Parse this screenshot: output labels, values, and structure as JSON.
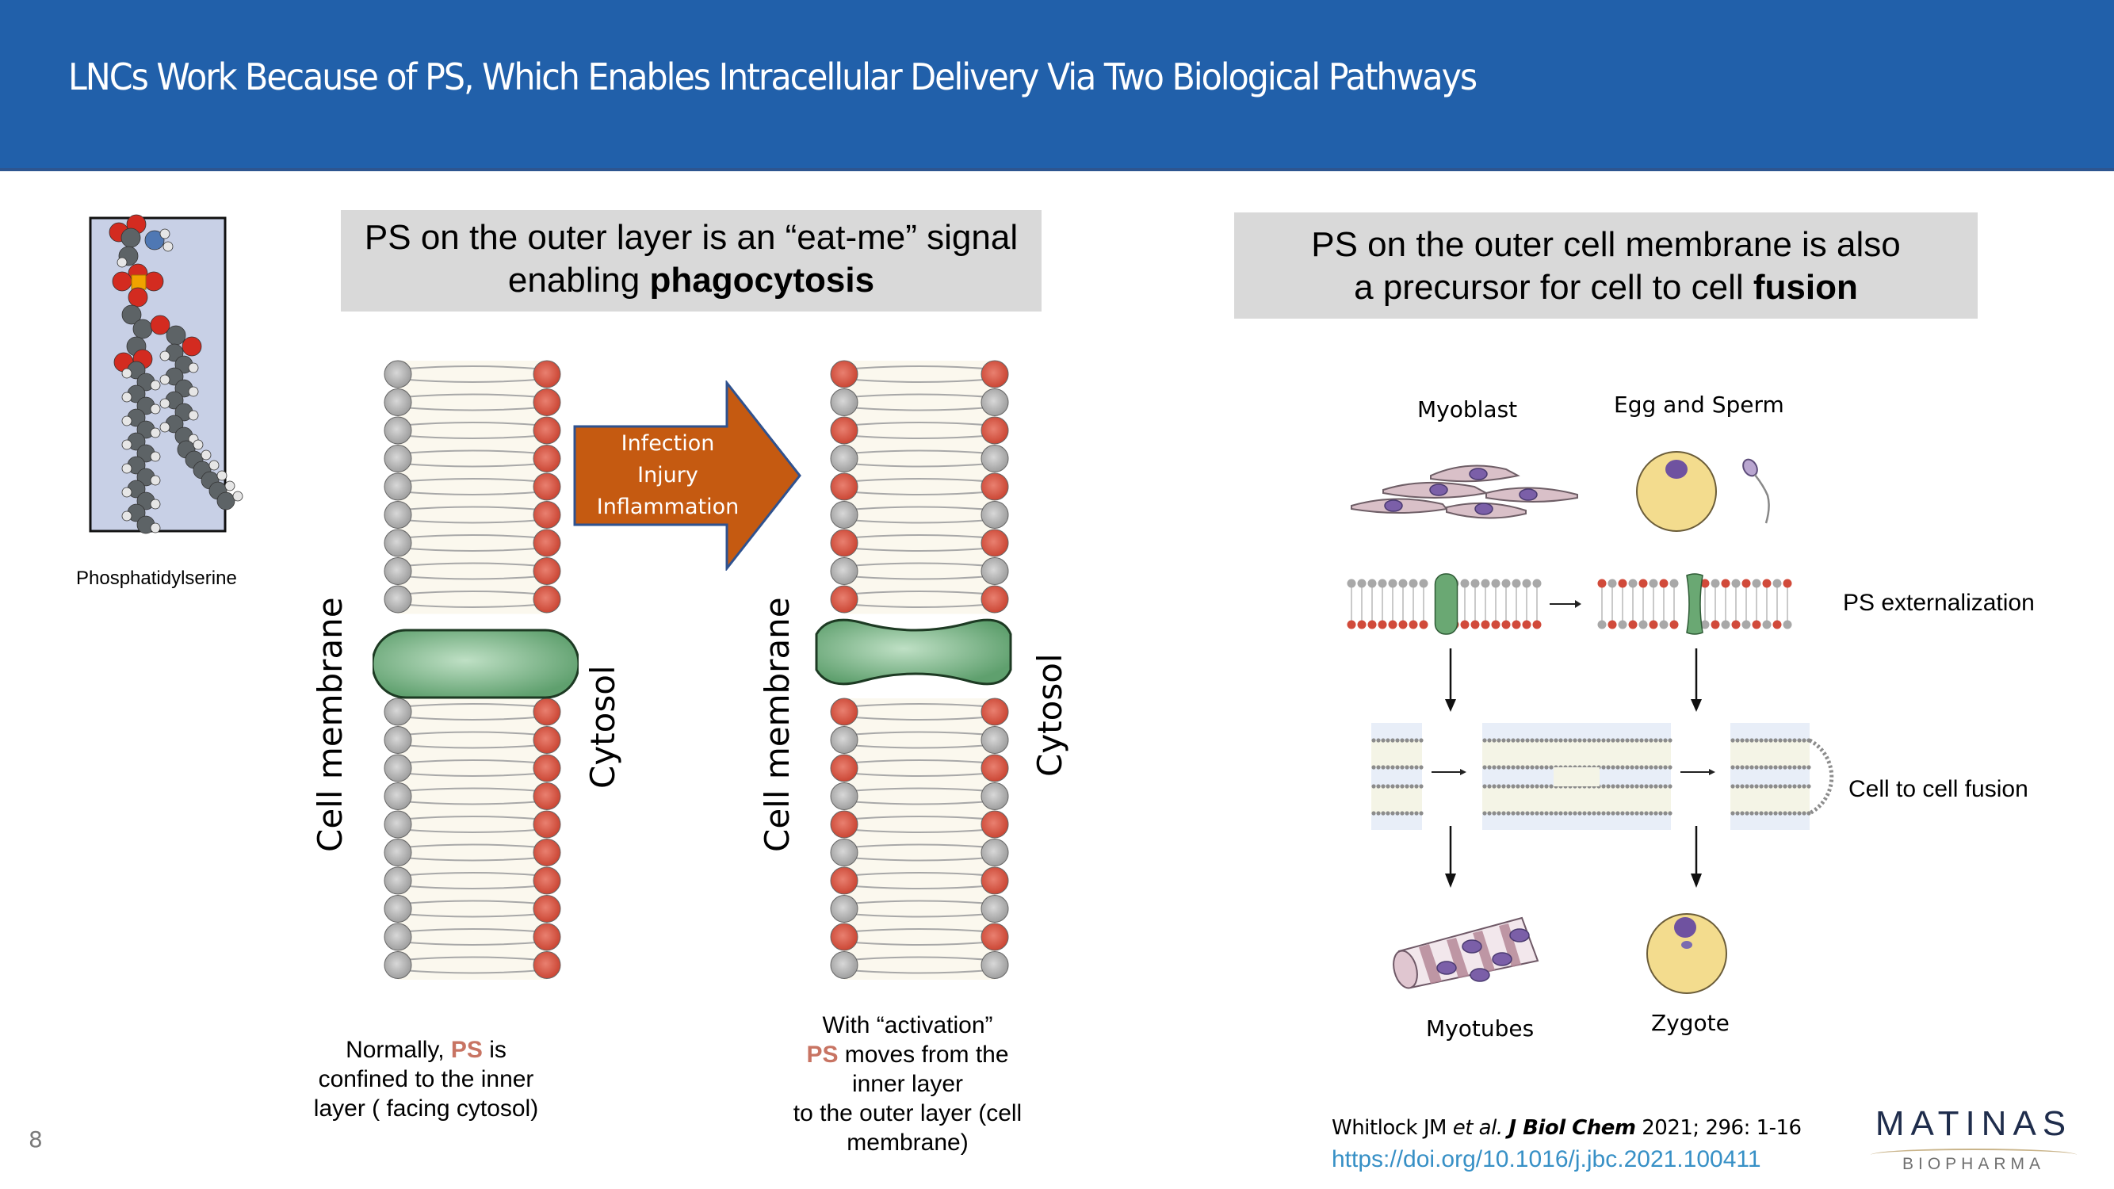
{
  "slide": {
    "title": "LNCs Work Because of PS,  Which Enables Intracellular Delivery Via Two Biological Pathways",
    "page_number": "8"
  },
  "molecule": {
    "label": "Phosphatidylserine"
  },
  "phagocytosis": {
    "callout_line1": "PS on the outer layer is an “eat-me” signal",
    "callout_line2_prefix": "enabling ",
    "callout_line2_bold": "phagocytosis",
    "arrow_lines": [
      "Infection",
      "Injury",
      "Inflammation"
    ],
    "left_membrane": {
      "outer_label": "Cell membrane",
      "inner_label": "Cytosol",
      "caption_prefix": "Normally, ",
      "caption_ps": "PS",
      "caption_suffix_1": " is",
      "caption_line2": "confined to the inner",
      "caption_line3": "layer ( facing cytosol)"
    },
    "right_membrane": {
      "outer_label": "Cell membrane",
      "inner_label": "Cytosol",
      "caption_line1": "With “activation”",
      "caption_ps": "PS",
      "caption_line2_suffix": " moves from the",
      "caption_line3": "inner layer",
      "caption_line4": "to the outer layer (cell",
      "caption_line5": "membrane)"
    }
  },
  "fusion": {
    "callout_line1": "PS on the outer cell membrane is also",
    "callout_line2_prefix": "a precursor for cell to cell ",
    "callout_line2_bold": "fusion",
    "labels": {
      "myoblast": "Myoblast",
      "egg_sperm": "Egg and Sperm",
      "ps_externalization": "PS externalization",
      "cell_fusion": "Cell to cell fusion",
      "myotubes": "Myotubes",
      "zygote": "Zygote"
    }
  },
  "citation": {
    "authors": "Whitlock JM ",
    "etal": "et al.",
    "journal": "J Biol Chem",
    "details": " 2021; 296: 1-16",
    "doi": "https://doi.org/10.1016/j.jbc.2021.100411"
  },
  "logo": {
    "brand": "MATINAS",
    "sub": "BIOPHARMA"
  },
  "colors": {
    "header_blue": "#2160aa",
    "callout_gray": "#d9d9d9",
    "ps_red": "#c8412f",
    "lipid_gray": "#9a9a9a",
    "protein_green": "#5fa06e",
    "arrow_orange": "#c55a11",
    "link_blue": "#3790c6"
  }
}
